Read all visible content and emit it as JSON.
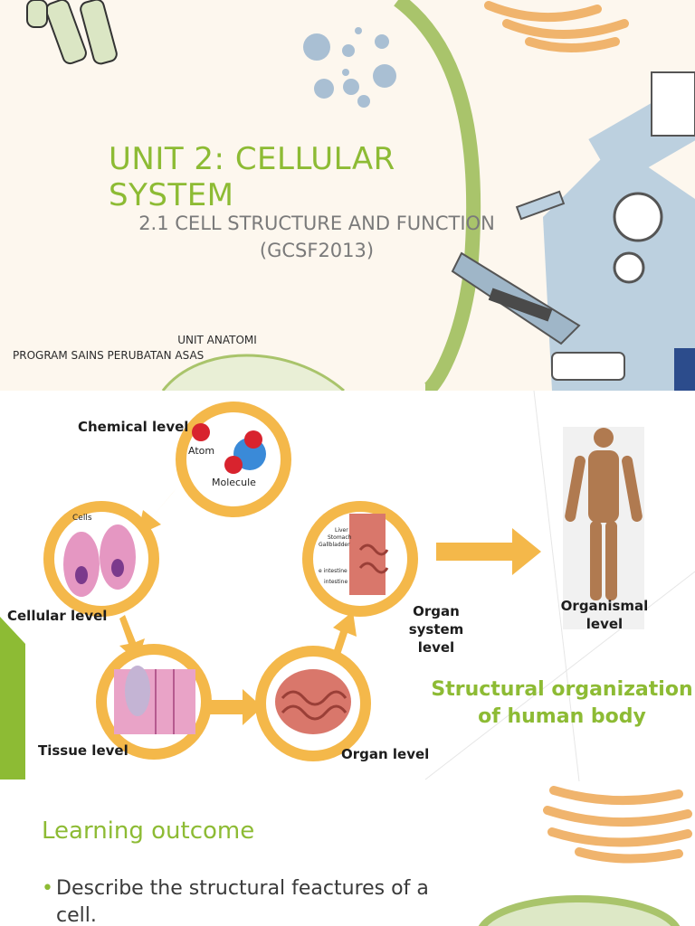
{
  "slide1": {
    "title": "UNIT 2: CELLULAR SYSTEM",
    "subtitle_line1": "2.1 CELL STRUCTURE AND FUNCTION",
    "subtitle_line2": "(GCSF2013)",
    "org_line1": "UNIT ANATOMI",
    "org_line2": "PROGRAM SAINS PERUBATAN ASAS"
  },
  "slide2": {
    "levels": {
      "chemical": "Chemical level",
      "cellular": "Cellular level",
      "tissue": "Tissue level",
      "organ": "Organ level",
      "organ_system_1": "Organ system",
      "organ_system_2": "level",
      "organismal_1": "Organismal",
      "organismal_2": "level"
    },
    "image_labels": {
      "atom": "Atom",
      "molecule": "Molecule",
      "cells": "Cells",
      "liver": "Liver",
      "stomach": "Stomach",
      "gallbladder": "Gallbladder",
      "intestine1": "e intestine",
      "intestine2": "intestine"
    },
    "heading_line1": "Structural organization",
    "heading_line2": "of human body"
  },
  "slide3": {
    "heading": "Learning outcome",
    "bullet": "Describe the structural feactures of a cell."
  },
  "colors": {
    "accent_green": "#8dbb34",
    "ring_orange": "#f4b84a",
    "slide1_bg": "#fdf7ee"
  }
}
